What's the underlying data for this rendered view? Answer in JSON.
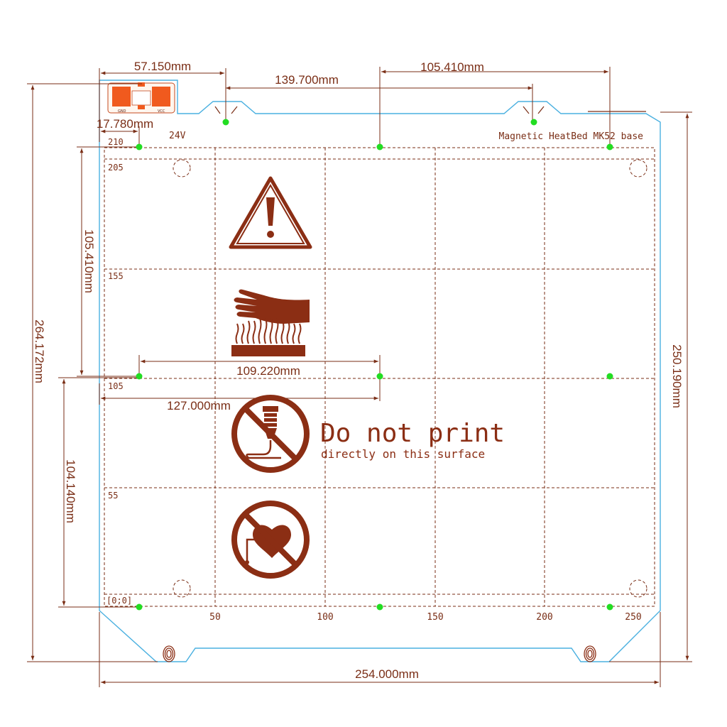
{
  "title": "Magnetic HeatBed MK52 base",
  "voltage": "24V",
  "connector": {
    "gnd": "GND",
    "vcc": "VCC"
  },
  "colors": {
    "line": "#7a2e16",
    "outline": "#4ab0e0",
    "point": "#22dd22",
    "icon": "#8b2e14",
    "connector": "#f05a1e"
  },
  "dimensions": {
    "d1": "57.150mm",
    "d2": "139.700mm",
    "d3": "105.410mm",
    "d4": "17.780mm",
    "d5": "105.410mm",
    "d6": "264.172mm",
    "d7": "250.190mm",
    "d8": "109.220mm",
    "d9": "127.000mm",
    "d10": "104.140mm",
    "d11": "254.000mm"
  },
  "y_labels": {
    "y210": "210",
    "y205": "205",
    "y155": "155",
    "y105": "105",
    "y55": "55",
    "origin": "[0;0]"
  },
  "x_labels": {
    "x50": "50",
    "x100": "100",
    "x150": "150",
    "x200": "200",
    "x250": "250"
  },
  "warning": {
    "line1": "Do not print",
    "line2": "directly on this surface"
  },
  "icons": [
    "warning-triangle-icon",
    "hot-surface-hand-icon",
    "no-print-nozzle-icon",
    "no-pacemaker-icon"
  ]
}
